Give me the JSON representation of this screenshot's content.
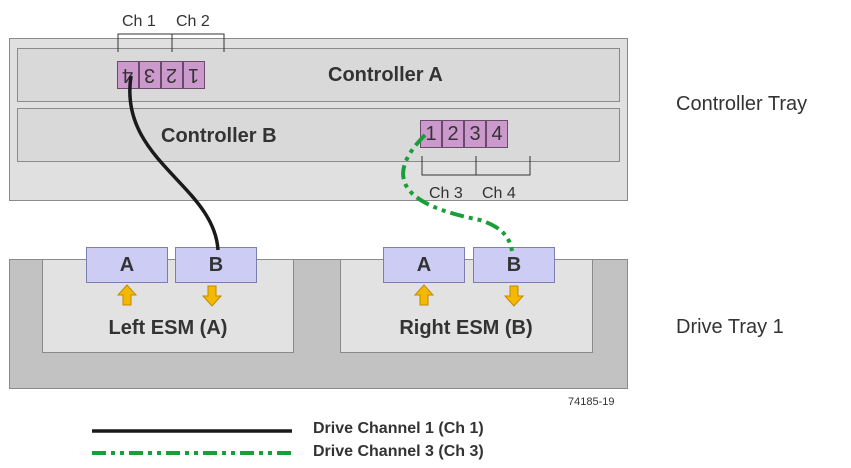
{
  "controller_tray": {
    "label": "Controller Tray",
    "controller_a": {
      "label": "Controller A",
      "ports": [
        "4",
        "3",
        "2",
        "1"
      ]
    },
    "controller_b": {
      "label": "Controller B",
      "ports": [
        "1",
        "2",
        "3",
        "4"
      ]
    },
    "channels_top": [
      "Ch 1",
      "Ch 2"
    ],
    "channels_bottom": [
      "Ch 3",
      "Ch 4"
    ]
  },
  "drive_tray": {
    "label": "Drive Tray 1",
    "left_esm": {
      "label": "Left ESM (A)",
      "port_a": "A",
      "port_b": "B"
    },
    "right_esm": {
      "label": "Right ESM (B)",
      "port_a": "A",
      "port_b": "B"
    }
  },
  "figure_id": "74185-19",
  "legend": [
    {
      "label": "Drive Channel 1 (Ch 1)",
      "style": "solid",
      "color": "#1a1a1a"
    },
    {
      "label": "Drive Channel 3 (Ch 3)",
      "style": "dash-dot-dot",
      "color": "#1a9e3a"
    }
  ],
  "colors": {
    "port_fill": "#cc99cc",
    "esm_port_fill": "#ccccf5",
    "arrow_fill": "#f5b800",
    "channel1_cable": "#1a1a1a",
    "channel3_cable": "#1a9e3a"
  }
}
